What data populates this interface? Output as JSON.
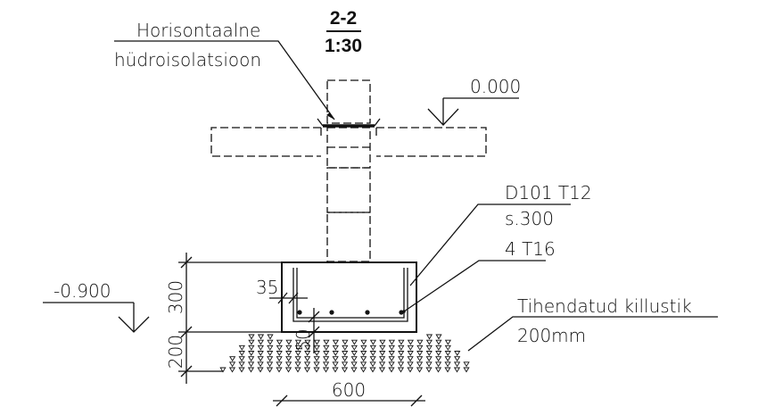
{
  "section_title": {
    "number": "2-2",
    "scale": "1:30"
  },
  "labels": {
    "insulation_line1": "Horisontaalne",
    "insulation_line2": "hüdroisolatsioon",
    "level_top": "0.000",
    "level_bottom": "-0.900",
    "rebar_stirrup_line1": "D101 T12",
    "rebar_stirrup_line2": "s.300",
    "rebar_longitudinal": "4 T16",
    "gravel_line1": "Tihendatud killustik",
    "gravel_line2": "200mm"
  },
  "dimensions": {
    "cover_side": "35",
    "cover_bottom": "50",
    "height_footing": "300",
    "height_gravel": "200",
    "width_footing": "600"
  }
}
